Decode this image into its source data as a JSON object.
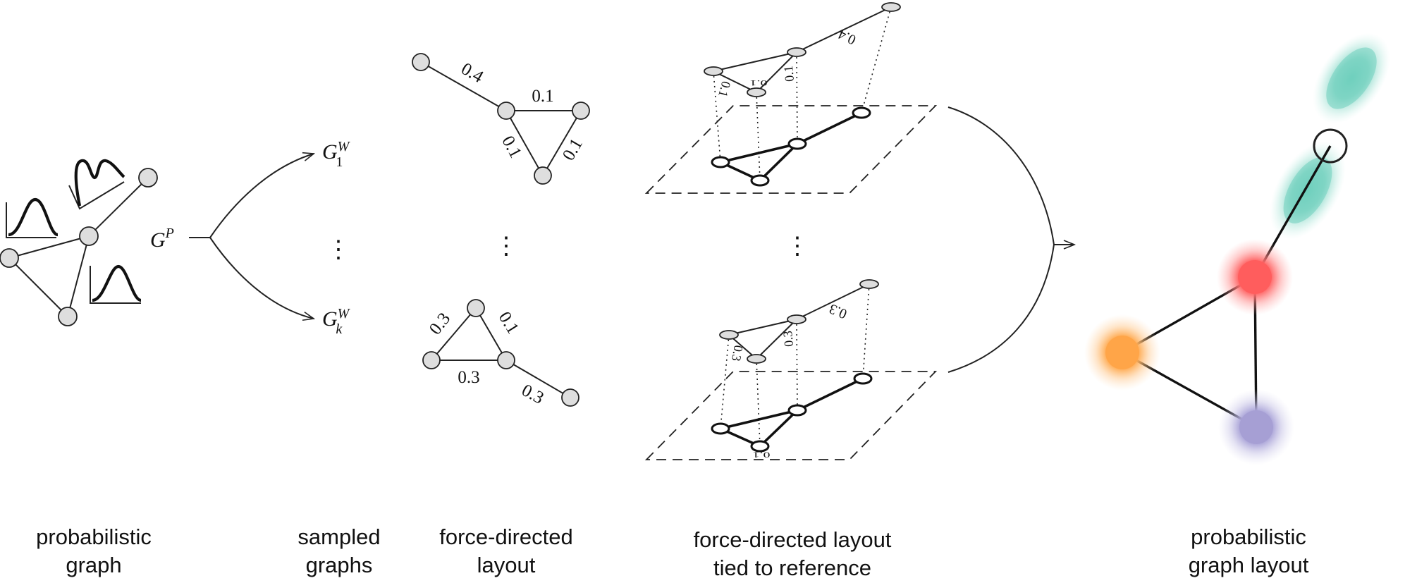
{
  "captions": {
    "probabilistic_graph": [
      "probabilistic",
      "graph"
    ],
    "sampled_graphs": [
      "sampled",
      "graphs"
    ],
    "force_directed_layout": [
      "force-directed",
      "layout"
    ],
    "tied_to_reference": [
      "force-directed layout",
      "tied to reference"
    ],
    "probabilistic_graph_layout": [
      "probabilistic",
      "graph layout"
    ]
  },
  "math": {
    "g_p": "G",
    "g_p_sup": "P",
    "g_w": "G",
    "g_w_sup": "W",
    "sample_first_sub": "1",
    "sample_last_sub": "k",
    "ellipsis": "⋮"
  },
  "weights": {
    "top": {
      "a": "0.4",
      "b": "0.1",
      "c": "0.1",
      "d": "0.1"
    },
    "bottom": {
      "a": "0.3",
      "b": "0.1",
      "c": "0.3",
      "d": "0.3"
    }
  },
  "colors": {
    "node_fill": "#dedede",
    "node_stroke": "#222222",
    "teal": "#5fc9b4",
    "red": "#ff6a6a",
    "orange": "#ffaa55",
    "purple": "#a9a2d6"
  }
}
